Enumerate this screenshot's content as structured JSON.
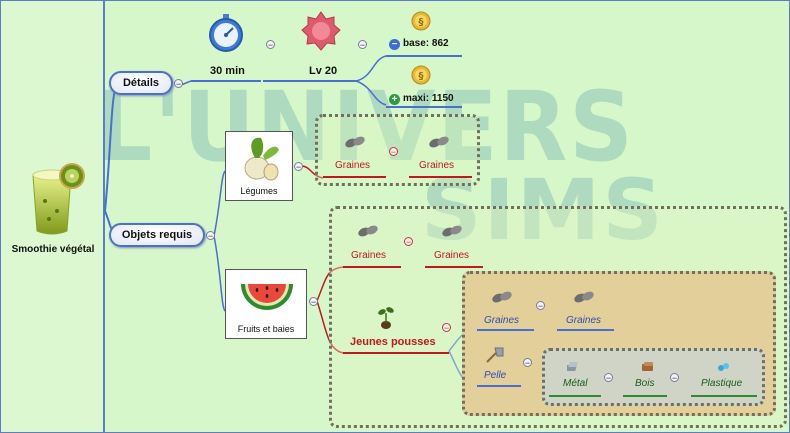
{
  "root": {
    "label": "Smoothie végétal"
  },
  "watermark": {
    "line1": "L'UNIVERS",
    "line2": "SIMS"
  },
  "details": {
    "label": "Détails",
    "time": "30 min",
    "level": "Lv 20",
    "price_base": "base: 862",
    "price_max": "maxi: 1150"
  },
  "objets": {
    "label": "Objets requis",
    "legumes": {
      "caption": "Légumes",
      "items": [
        "Graines",
        "Graines"
      ]
    },
    "fruits": {
      "caption": "Fruits et baies",
      "items": [
        "Graines",
        "Graines"
      ],
      "jeunes": {
        "label": "Jeunes pousses",
        "items": [
          "Graines",
          "Graines"
        ],
        "pelle": {
          "label": "Pelle",
          "items": [
            "Métal",
            "Bois",
            "Plastique"
          ]
        }
      }
    }
  },
  "colors": {
    "background": "#d6f7c9",
    "blue_line": "#4a6fd0",
    "red": "#c0181f",
    "green_line": "#2e8b2e",
    "group_tan": "#e3cf9a",
    "group_grey": "#cfd4c7"
  }
}
